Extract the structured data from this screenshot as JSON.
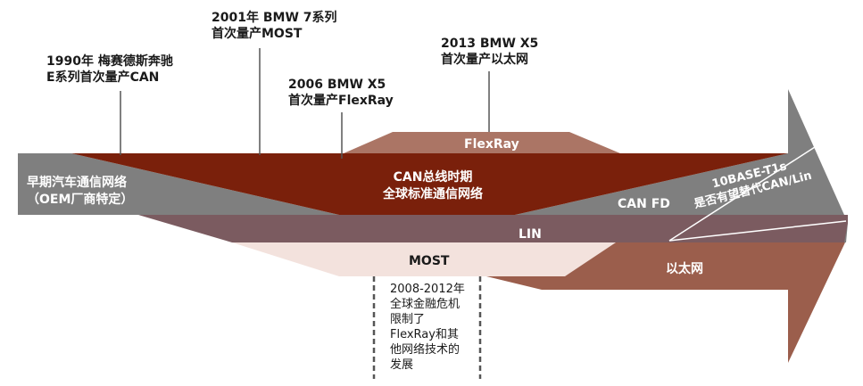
{
  "events": [
    {
      "line1": "1990年 梅赛德斯奔驰",
      "line2": "E系列首次量产CAN"
    },
    {
      "line1": "2001年 BMW 7系列",
      "line2": "首次量产MOST"
    },
    {
      "line1": "2006 BMW X5",
      "line2": "首次量产FlexRay"
    },
    {
      "line1": "2013 BMW X5",
      "line2": "首次量产以太网"
    }
  ],
  "bands": {
    "early": {
      "line1": "早期汽车通信网络",
      "line2": "（OEM厂商特定）"
    },
    "can": {
      "line1": "CAN总线时期",
      "line2": "全球标准通信网络"
    },
    "flexray": "FlexRay",
    "canfd": "CAN FD",
    "lin": "LIN",
    "most": "MOST",
    "ethernet": "以太网",
    "t1s": {
      "line1": "10BASE-T1s",
      "line2": "是否有望替代CAN/Lin"
    }
  },
  "note": [
    "2008-2012年",
    "全球金融危机",
    "限制了",
    "FlexRay和其",
    "他网络技术的",
    "发展"
  ],
  "colors": {
    "gray": "#7f7f7f",
    "can": "#7a200b",
    "flexray": "#ab7565",
    "lin": "#7b5b60",
    "most": "#f3e2dd",
    "ethernet": "#9b5e4c"
  }
}
